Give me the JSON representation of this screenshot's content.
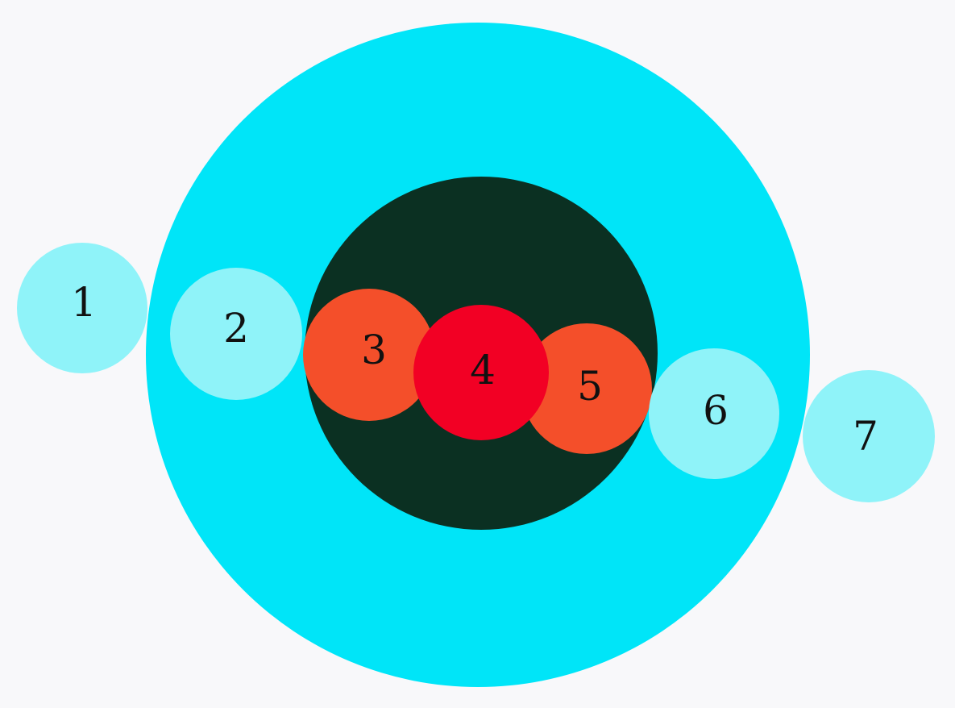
{
  "colors": {
    "background": "#f8f8fa",
    "outer_ring": "#00e5f8",
    "inner_core": "#0b3022",
    "light_cyan": "#8ff3f9",
    "orange": "#f44f2a",
    "red": "#f20024"
  },
  "circles": [
    {
      "label": "1",
      "color_key": "light_cyan"
    },
    {
      "label": "2",
      "color_key": "light_cyan"
    },
    {
      "label": "3",
      "color_key": "orange"
    },
    {
      "label": "4",
      "color_key": "red"
    },
    {
      "label": "5",
      "color_key": "orange"
    },
    {
      "label": "6",
      "color_key": "light_cyan"
    },
    {
      "label": "7",
      "color_key": "light_cyan"
    }
  ]
}
